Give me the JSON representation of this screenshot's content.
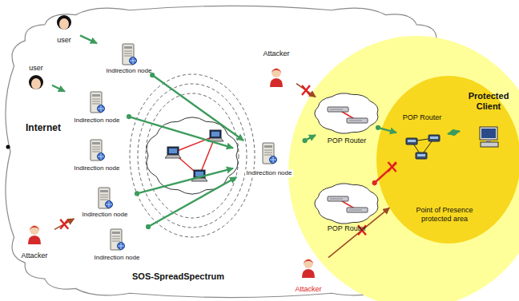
{
  "diagram": {
    "nodes": [
      {
        "text": [
          "user"
        ]
      },
      {
        "text": [
          "user"
        ]
      },
      {
        "text": [
          "Attacker"
        ]
      },
      {
        "text": [
          "Attacker"
        ]
      },
      {
        "text": [
          "Attacker"
        ]
      },
      {
        "text": [
          "Indirection node"
        ]
      },
      {
        "text": [
          "Indirection node"
        ]
      },
      {
        "text": [
          "Indirection node"
        ]
      },
      {
        "text": [
          "Indirection node"
        ]
      },
      {
        "text": [
          "Indirection node"
        ]
      },
      {
        "text": [
          "Indirection node"
        ]
      },
      {
        "text": [
          "Point of Presence protected area"
        ]
      },
      {
        "text": [
          "POP Router"
        ]
      },
      {
        "text": [
          "POP Router"
        ]
      },
      {
        "text": [
          "POP Router"
        ],
        "in": 11
      },
      {
        "text": [
          "Protected Client"
        ],
        "in": 11
      }
    ],
    "edges": [
      {
        "from": 0,
        "to": 5,
        "arrow": "to"
      },
      {
        "from": 1,
        "to": 6,
        "arrow": "to"
      },
      {
        "from": 5,
        "to": 10,
        "arrow": "to"
      },
      {
        "from": 6,
        "to": 10,
        "arrow": "to"
      },
      {
        "from": 8,
        "to": 10,
        "arrow": "to"
      },
      {
        "from": 9,
        "to": 10,
        "arrow": "to"
      },
      {
        "from": 10,
        "to": 12,
        "arrow": "to"
      },
      {
        "from": 12,
        "to": 14,
        "arrow": "to"
      },
      {
        "from": 13,
        "to": 14,
        "arrow": "none"
      },
      {
        "from": 14,
        "to": 15,
        "arrow": "both"
      },
      {
        "from": 2,
        "to": 12,
        "arrow": "to"
      },
      {
        "from": 3,
        "to": 8,
        "arrow": "to"
      },
      {
        "from": 4,
        "to": 11,
        "arrow": "to"
      }
    ],
    "labels": [
      "Internet",
      "SOS-SpreadSpectrum"
    ]
  }
}
